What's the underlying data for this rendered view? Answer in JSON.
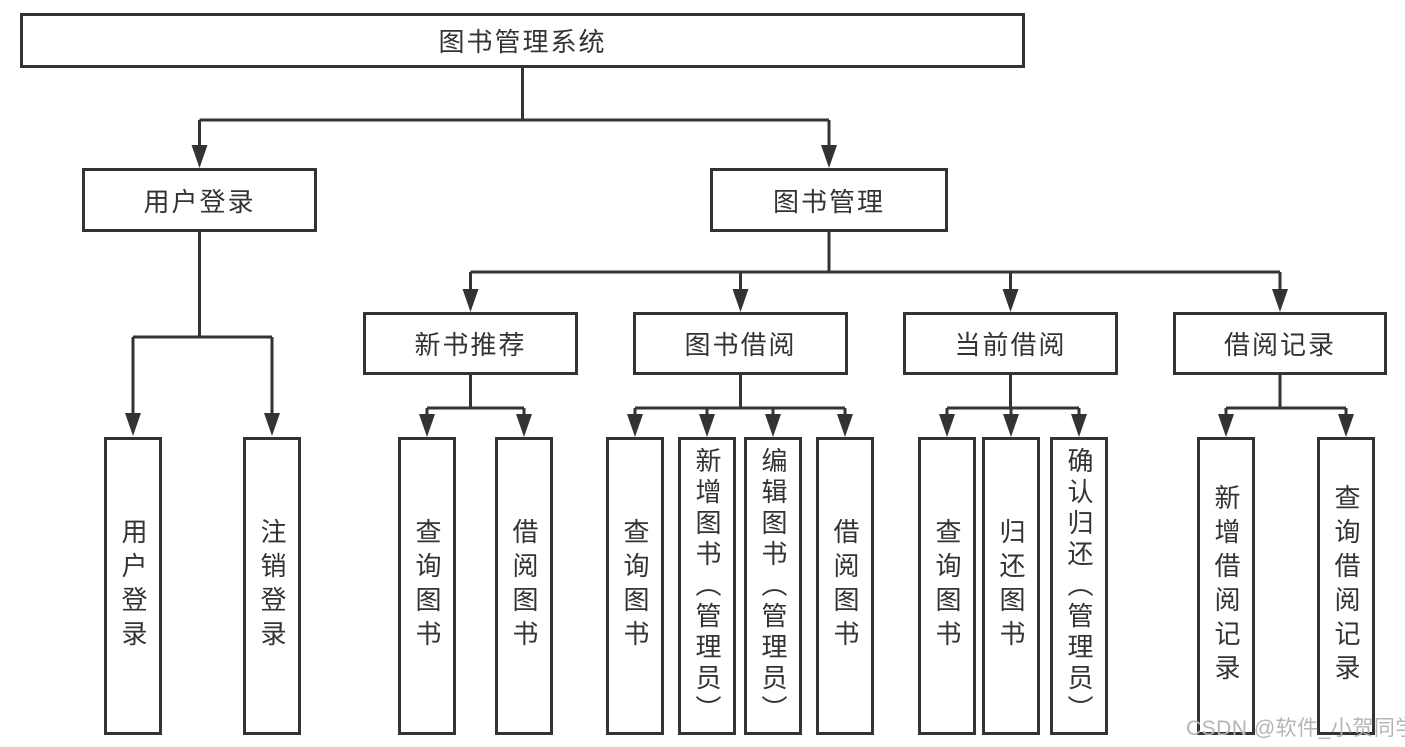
{
  "diagram": {
    "root": {
      "label": "图书管理系统"
    },
    "level2": [
      {
        "label": "用户登录"
      },
      {
        "label": "图书管理"
      }
    ],
    "level3": [
      {
        "label": "新书推荐"
      },
      {
        "label": "图书借阅"
      },
      {
        "label": "当前借阅"
      },
      {
        "label": "借阅记录"
      }
    ],
    "leaves": {
      "user_login": [
        {
          "label": "用户登录"
        },
        {
          "label": "注销登录"
        }
      ],
      "new_books": [
        {
          "label": "查询图书"
        },
        {
          "label": "借阅图书"
        }
      ],
      "book_borrow": [
        {
          "label": "查询图书"
        },
        {
          "label": "新增图书（管理员）"
        },
        {
          "label": "编辑图书（管理员）"
        },
        {
          "label": "借阅图书"
        }
      ],
      "current_borrow": [
        {
          "label": "查询图书"
        },
        {
          "label": "归还图书"
        },
        {
          "label": "确认归还（管理员）"
        }
      ],
      "borrow_records": [
        {
          "label": "新增借阅记录"
        },
        {
          "label": "查询借阅记录"
        }
      ]
    }
  },
  "watermark": {
    "text": "CSDN @软件_小贺同学"
  },
  "colors": {
    "line": "#333333",
    "text": "#333333",
    "background": "#ffffff",
    "watermark": "#b5b5b5"
  }
}
